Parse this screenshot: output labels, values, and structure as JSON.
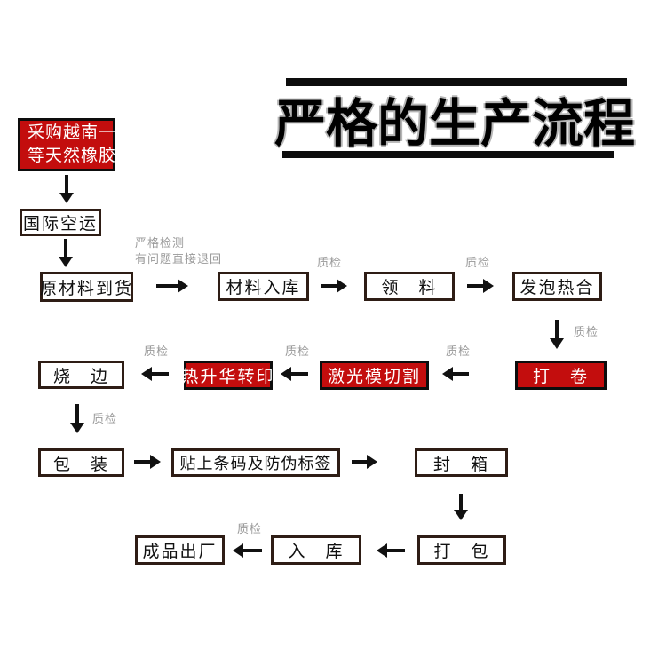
{
  "title": {
    "text": "严格的生产流程"
  },
  "annotations": {
    "strict_check_line1": "严格检测",
    "strict_check_line2": "有问题直接退回",
    "qc_label": "质检"
  },
  "nodes": {
    "purchase": {
      "line1": "采购越南一",
      "line2": "等天然橡胶"
    },
    "air_freight": {
      "label": "国际空运"
    },
    "raw_arrival": {
      "label": "原材料到货"
    },
    "material_in": {
      "label": "材料入库"
    },
    "picking": {
      "label": "领　料"
    },
    "foam_heat_seal": {
      "label": "发泡热合"
    },
    "rolling": {
      "label": "打　卷"
    },
    "laser_die_cut": {
      "label": "激光模切割"
    },
    "sublimation_print": {
      "label": "热升华转印"
    },
    "edge_burn": {
      "label": "烧　边"
    },
    "packaging": {
      "label": "包　装"
    },
    "barcode_label": {
      "label": "贴上条码及防伪标签"
    },
    "seal_box": {
      "label": "封　箱"
    },
    "packing": {
      "label": "打　包"
    },
    "warehouse_in": {
      "label": "入　库"
    },
    "factory_out": {
      "label": "成品出厂"
    }
  },
  "colors": {
    "highlight_red": "#c30d0d",
    "box_border": "#2e1d15",
    "arrow_black": "#111111",
    "label_gray": "#999999",
    "title_black": "#000000"
  }
}
